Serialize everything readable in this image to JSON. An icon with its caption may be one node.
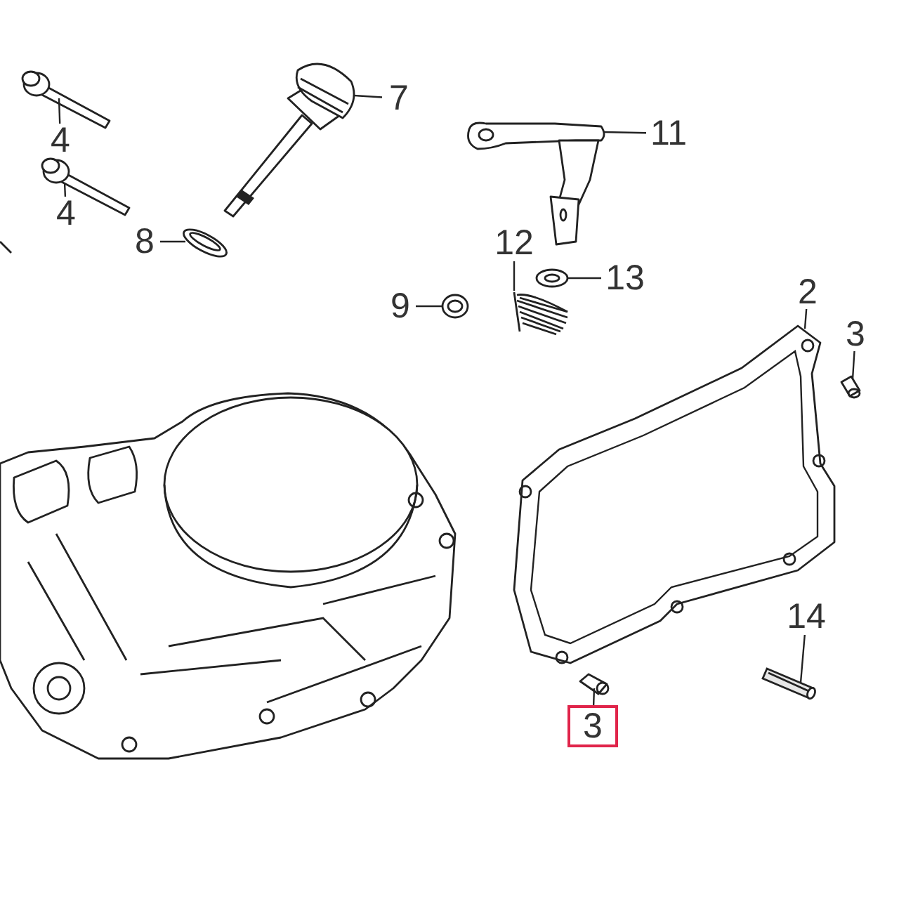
{
  "diagram": {
    "nodes": [
      {
        "text": [
          "4"
        ]
      },
      {
        "text": [],
        "shape": "picture"
      },
      {
        "text": [
          "4"
        ]
      },
      {
        "text": [],
        "shape": "picture"
      },
      {
        "text": [
          "7"
        ]
      },
      {
        "text": [],
        "shape": "picture"
      },
      {
        "text": [
          "8"
        ]
      },
      {
        "text": [],
        "shape": "picture"
      },
      {
        "text": [
          "11"
        ]
      },
      {
        "text": [],
        "shape": "picture"
      },
      {
        "text": [
          "12"
        ]
      },
      {
        "text": [],
        "shape": "picture"
      },
      {
        "text": [
          "13"
        ]
      },
      {
        "text": [],
        "shape": "picture"
      },
      {
        "text": [
          "9"
        ]
      },
      {
        "text": [],
        "shape": "picture"
      },
      {
        "text": [
          "2"
        ]
      },
      {
        "text": [],
        "shape": "picture"
      },
      {
        "text": [
          "3"
        ]
      },
      {
        "text": [],
        "shape": "picture"
      },
      {
        "text": [
          "14"
        ]
      },
      {
        "text": [],
        "shape": "picture"
      },
      {
        "text": [
          "3"
        ]
      },
      {
        "text": [],
        "shape": "picture"
      }
    ],
    "edges": [
      {
        "from": 0,
        "to": 1,
        "arrow": "none"
      },
      {
        "from": 2,
        "to": 3,
        "arrow": "none"
      },
      {
        "from": 4,
        "to": 5,
        "arrow": "none"
      },
      {
        "from": 6,
        "to": 7,
        "arrow": "none"
      },
      {
        "from": 8,
        "to": 9,
        "arrow": "none"
      },
      {
        "from": 10,
        "to": 11,
        "arrow": "none"
      },
      {
        "from": 12,
        "to": 13,
        "arrow": "none"
      },
      {
        "from": 14,
        "to": 15,
        "arrow": "none"
      },
      {
        "from": 16,
        "to": 17,
        "arrow": "none"
      },
      {
        "from": 18,
        "to": 19,
        "arrow": "none"
      },
      {
        "from": 20,
        "to": 21,
        "arrow": "none"
      },
      {
        "from": 22,
        "to": 23,
        "arrow": "none"
      }
    ]
  }
}
